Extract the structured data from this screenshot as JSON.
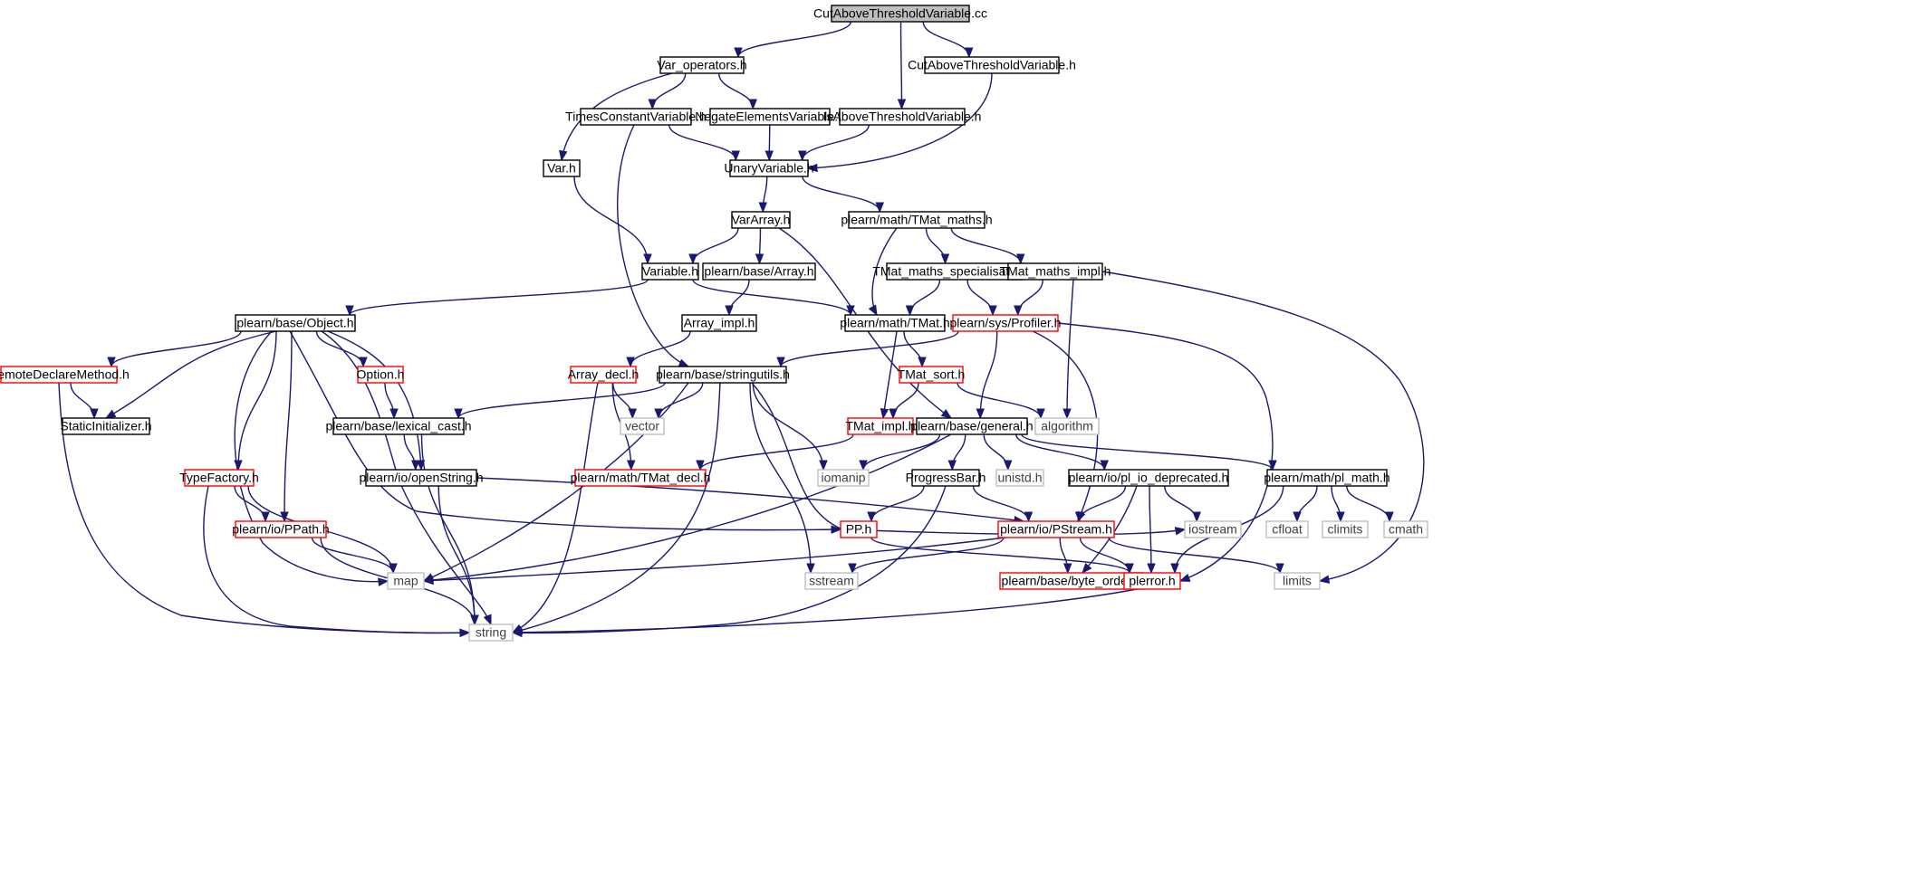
{
  "graph": {
    "colors": {
      "edge": "#191970",
      "border_normal": "#000000",
      "border_truncated": "#ff0000",
      "border_external": "#bfbfbf",
      "fill_root": "#bfbfbf",
      "fill_default": "#ffffff",
      "text_normal": "#000000",
      "text_external": "#404040"
    },
    "nodes": [
      {
        "id": "root",
        "label": "CutAboveThresholdVariable.cc",
        "kind": "root"
      },
      {
        "id": "var_ops",
        "label": "Var_operators.h",
        "kind": "normal"
      },
      {
        "id": "cut_h",
        "label": "CutAboveThresholdVariable.h",
        "kind": "normal"
      },
      {
        "id": "times",
        "label": "TimesConstantVariable.h",
        "kind": "normal"
      },
      {
        "id": "negate",
        "label": "NegateElementsVariable.h",
        "kind": "normal"
      },
      {
        "id": "isabove",
        "label": "IsAboveThresholdVariable.h",
        "kind": "normal"
      },
      {
        "id": "var_h",
        "label": "Var.h",
        "kind": "normal"
      },
      {
        "id": "unary",
        "label": "UnaryVariable.h",
        "kind": "normal"
      },
      {
        "id": "vararray",
        "label": "VarArray.h",
        "kind": "normal"
      },
      {
        "id": "tmat_maths",
        "label": "plearn/math/TMat_maths.h",
        "kind": "normal"
      },
      {
        "id": "variable",
        "label": "Variable.h",
        "kind": "normal"
      },
      {
        "id": "base_array",
        "label": "plearn/base/Array.h",
        "kind": "normal"
      },
      {
        "id": "tmat_spec",
        "label": "TMat_maths_specialisation.h",
        "kind": "normal"
      },
      {
        "id": "tmat_impl_m",
        "label": "TMat_maths_impl.h",
        "kind": "normal"
      },
      {
        "id": "object",
        "label": "plearn/base/Object.h",
        "kind": "normal"
      },
      {
        "id": "array_impl",
        "label": "Array_impl.h",
        "kind": "normal"
      },
      {
        "id": "tmat_h",
        "label": "plearn/math/TMat.h",
        "kind": "normal"
      },
      {
        "id": "profiler",
        "label": "plearn/sys/Profiler.h",
        "kind": "truncated"
      },
      {
        "id": "remote",
        "label": "RemoteDeclareMethod.h",
        "kind": "truncated"
      },
      {
        "id": "option",
        "label": "Option.h",
        "kind": "truncated"
      },
      {
        "id": "array_decl",
        "label": "Array_decl.h",
        "kind": "truncated"
      },
      {
        "id": "stringutils",
        "label": "plearn/base/stringutils.h",
        "kind": "normal"
      },
      {
        "id": "tmat_sort",
        "label": "TMat_sort.h",
        "kind": "truncated"
      },
      {
        "id": "static_init",
        "label": "StaticInitializer.h",
        "kind": "normal"
      },
      {
        "id": "lexical",
        "label": "plearn/base/lexical_cast.h",
        "kind": "normal"
      },
      {
        "id": "vector",
        "label": "vector",
        "kind": "external"
      },
      {
        "id": "tmat_impl",
        "label": "TMat_impl.h",
        "kind": "truncated"
      },
      {
        "id": "general",
        "label": "plearn/base/general.h",
        "kind": "normal"
      },
      {
        "id": "algorithm",
        "label": "algorithm",
        "kind": "external"
      },
      {
        "id": "typefactory",
        "label": "TypeFactory.h",
        "kind": "truncated"
      },
      {
        "id": "openstring",
        "label": "plearn/io/openString.h",
        "kind": "normal"
      },
      {
        "id": "tmat_decl",
        "label": "plearn/math/TMat_decl.h",
        "kind": "truncated"
      },
      {
        "id": "iomanip",
        "label": "iomanip",
        "kind": "external"
      },
      {
        "id": "progressbar",
        "label": "ProgressBar.h",
        "kind": "normal"
      },
      {
        "id": "unistd",
        "label": "unistd.h",
        "kind": "external"
      },
      {
        "id": "pl_io_dep",
        "label": "plearn/io/pl_io_deprecated.h",
        "kind": "normal"
      },
      {
        "id": "pl_math",
        "label": "plearn/math/pl_math.h",
        "kind": "normal"
      },
      {
        "id": "ppath",
        "label": "plearn/io/PPath.h",
        "kind": "truncated"
      },
      {
        "id": "pp_h",
        "label": "PP.h",
        "kind": "truncated"
      },
      {
        "id": "pstream",
        "label": "plearn/io/PStream.h",
        "kind": "truncated"
      },
      {
        "id": "iostream",
        "label": "iostream",
        "kind": "external"
      },
      {
        "id": "cfloat",
        "label": "cfloat",
        "kind": "external"
      },
      {
        "id": "climits",
        "label": "climits",
        "kind": "external"
      },
      {
        "id": "cmath",
        "label": "cmath",
        "kind": "external"
      },
      {
        "id": "map",
        "label": "map",
        "kind": "external"
      },
      {
        "id": "sstream",
        "label": "sstream",
        "kind": "external"
      },
      {
        "id": "byte_order",
        "label": "plearn/base/byte_order.h",
        "kind": "truncated"
      },
      {
        "id": "plerror",
        "label": "plerror.h",
        "kind": "truncated"
      },
      {
        "id": "limits",
        "label": "limits",
        "kind": "external"
      },
      {
        "id": "string",
        "label": "string",
        "kind": "external"
      }
    ],
    "edges": [
      [
        "root",
        "var_ops"
      ],
      [
        "root",
        "isabove"
      ],
      [
        "root",
        "cut_h"
      ],
      [
        "var_ops",
        "var_h"
      ],
      [
        "var_ops",
        "times"
      ],
      [
        "var_ops",
        "negate"
      ],
      [
        "times",
        "unary"
      ],
      [
        "times",
        "stringutils"
      ],
      [
        "negate",
        "unary"
      ],
      [
        "isabove",
        "unary"
      ],
      [
        "cut_h",
        "unary"
      ],
      [
        "var_h",
        "variable"
      ],
      [
        "unary",
        "vararray"
      ],
      [
        "unary",
        "tmat_maths"
      ],
      [
        "vararray",
        "variable"
      ],
      [
        "vararray",
        "base_array"
      ],
      [
        "vararray",
        "general"
      ],
      [
        "tmat_maths",
        "tmat_h"
      ],
      [
        "tmat_maths",
        "tmat_spec"
      ],
      [
        "tmat_maths",
        "tmat_impl_m"
      ],
      [
        "variable",
        "object"
      ],
      [
        "variable",
        "tmat_h"
      ],
      [
        "base_array",
        "array_impl"
      ],
      [
        "array_impl",
        "array_decl"
      ],
      [
        "tmat_spec",
        "tmat_h"
      ],
      [
        "tmat_spec",
        "profiler"
      ],
      [
        "tmat_impl_m",
        "profiler"
      ],
      [
        "tmat_impl_m",
        "algorithm"
      ],
      [
        "tmat_impl_m",
        "limits"
      ],
      [
        "tmat_h",
        "tmat_impl"
      ],
      [
        "tmat_h",
        "tmat_sort"
      ],
      [
        "profiler",
        "stringutils"
      ],
      [
        "profiler",
        "general"
      ],
      [
        "profiler",
        "pstream"
      ],
      [
        "profiler",
        "plerror"
      ],
      [
        "object",
        "remote"
      ],
      [
        "object",
        "static_init"
      ],
      [
        "object",
        "option"
      ],
      [
        "object",
        "typefactory"
      ],
      [
        "object",
        "ppath"
      ],
      [
        "object",
        "pp_h"
      ],
      [
        "object",
        "openstring"
      ],
      [
        "object",
        "map"
      ],
      [
        "object",
        "string"
      ],
      [
        "remote",
        "static_init"
      ],
      [
        "remote",
        "string"
      ],
      [
        "option",
        "lexical"
      ],
      [
        "array_decl",
        "vector"
      ],
      [
        "array_decl",
        "tmat_decl"
      ],
      [
        "array_decl",
        "string"
      ],
      [
        "stringutils",
        "lexical"
      ],
      [
        "stringutils",
        "vector"
      ],
      [
        "stringutils",
        "iomanip"
      ],
      [
        "stringutils",
        "map"
      ],
      [
        "stringutils",
        "string"
      ],
      [
        "stringutils",
        "sstream"
      ],
      [
        "stringutils",
        "iostream"
      ],
      [
        "tmat_sort",
        "tmat_impl"
      ],
      [
        "tmat_sort",
        "algorithm"
      ],
      [
        "tmat_impl",
        "tmat_decl"
      ],
      [
        "lexical",
        "openstring"
      ],
      [
        "lexical",
        "string"
      ],
      [
        "openstring",
        "pstream"
      ],
      [
        "openstring",
        "string"
      ],
      [
        "general",
        "iomanip"
      ],
      [
        "general",
        "progressbar"
      ],
      [
        "general",
        "unistd"
      ],
      [
        "general",
        "pl_io_dep"
      ],
      [
        "general",
        "pl_math"
      ],
      [
        "general",
        "map"
      ],
      [
        "typefactory",
        "ppath"
      ],
      [
        "typefactory",
        "map"
      ],
      [
        "typefactory",
        "string"
      ],
      [
        "ppath",
        "map"
      ],
      [
        "ppath",
        "string"
      ],
      [
        "progressbar",
        "pp_h"
      ],
      [
        "progressbar",
        "pstream"
      ],
      [
        "progressbar",
        "string"
      ],
      [
        "pl_io_dep",
        "pstream"
      ],
      [
        "pl_io_dep",
        "iostream"
      ],
      [
        "pl_io_dep",
        "byte_order"
      ],
      [
        "pl_io_dep",
        "plerror"
      ],
      [
        "pl_math",
        "cfloat"
      ],
      [
        "pl_math",
        "climits"
      ],
      [
        "pl_math",
        "cmath"
      ],
      [
        "pl_math",
        "plerror"
      ],
      [
        "pp_h",
        "plerror"
      ],
      [
        "pstream",
        "map"
      ],
      [
        "pstream",
        "sstream"
      ],
      [
        "pstream",
        "byte_order"
      ],
      [
        "pstream",
        "plerror"
      ],
      [
        "pstream",
        "limits"
      ],
      [
        "plerror",
        "string"
      ]
    ]
  }
}
